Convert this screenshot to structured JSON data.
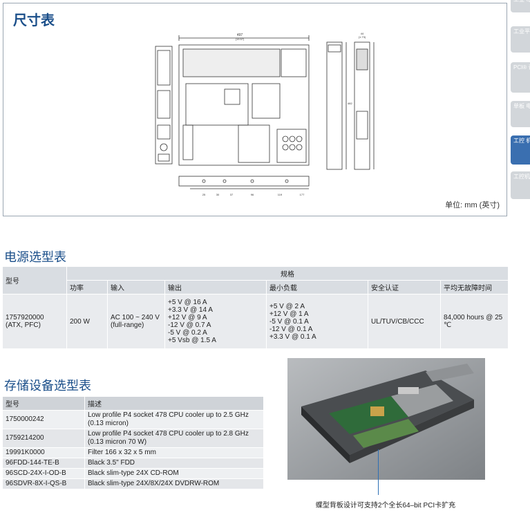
{
  "dimensions": {
    "title": "尺寸表",
    "unit_note": "单位: mm (英寸)",
    "labels": {
      "top_width": "497",
      "top_width_in": "(19.57)",
      "side_width": "44",
      "side_width_in": "(1.73)",
      "depth": "482",
      "bottom_dims": [
        "25",
        "30",
        "37",
        "96",
        "119",
        "177"
      ]
    }
  },
  "side_tabs": [
    {
      "label": "工业 母板",
      "active": false
    },
    {
      "label": "工业平 机箱",
      "active": false
    },
    {
      "label": "PCI® 计算平",
      "active": false
    },
    {
      "label": "单板 电脑",
      "active": false
    },
    {
      "label": "工控 机箱",
      "active": true
    },
    {
      "label": "工控机 周边设",
      "active": false
    }
  ],
  "power": {
    "title": "电源选型表",
    "header_model": "型号",
    "header_spec": "规格",
    "columns": [
      "功率",
      "输入",
      "输出",
      "最小负载",
      "安全认证",
      "平均无故障时间"
    ],
    "rows": [
      {
        "model": "1757920000\n(ATX, PFC)",
        "power": "200 W",
        "input": "AC 100 ~ 240 V\n(full-range)",
        "output": "+5 V @ 16 A\n+3.3 V @ 14 A\n+12 V @ 9 A\n-12 V @ 0.7 A\n-5 V @ 0.2 A\n+5 Vsb @ 1.5 A",
        "min_load": "+5 V @ 2 A\n+12 V @ 1 A\n-5 V @ 0.1 A\n-12 V @ 0.1 A\n+3.3 V @ 0.1 A",
        "safety": "UL/TUV/CB/CCC",
        "mtbf": "84,000 hours @ 25 ℃"
      }
    ]
  },
  "storage": {
    "title": "存储设备选型表",
    "header_model": "型号",
    "header_desc": "描述",
    "rows": [
      {
        "model": "1750000242",
        "desc": "Low profile P4 socket 478 CPU cooler up to 2.5 GHz\n(0.13 micron)"
      },
      {
        "model": "1759214200",
        "desc": "Low profile P4 socket 478 CPU cooler up to 2.8 GHz\n(0.13 micron 70 W)"
      },
      {
        "model": "19991K0000",
        "desc": "Filter 166 x 32 x 5 mm"
      },
      {
        "model": "96FDD-144-TE-B",
        "desc": "Black 3.5\" FDD"
      },
      {
        "model": "96SCD-24X-I-OD-B",
        "desc": "Black slim-type 24X CD-ROM"
      },
      {
        "model": "96SDVR-8X-I-QS-B",
        "desc": "Black slim-type 24X/8X/24X DVDRW-ROM"
      }
    ]
  },
  "photo": {
    "caption": "蝶型背板设计可支持2个全长64–bit PCI卡扩充"
  }
}
